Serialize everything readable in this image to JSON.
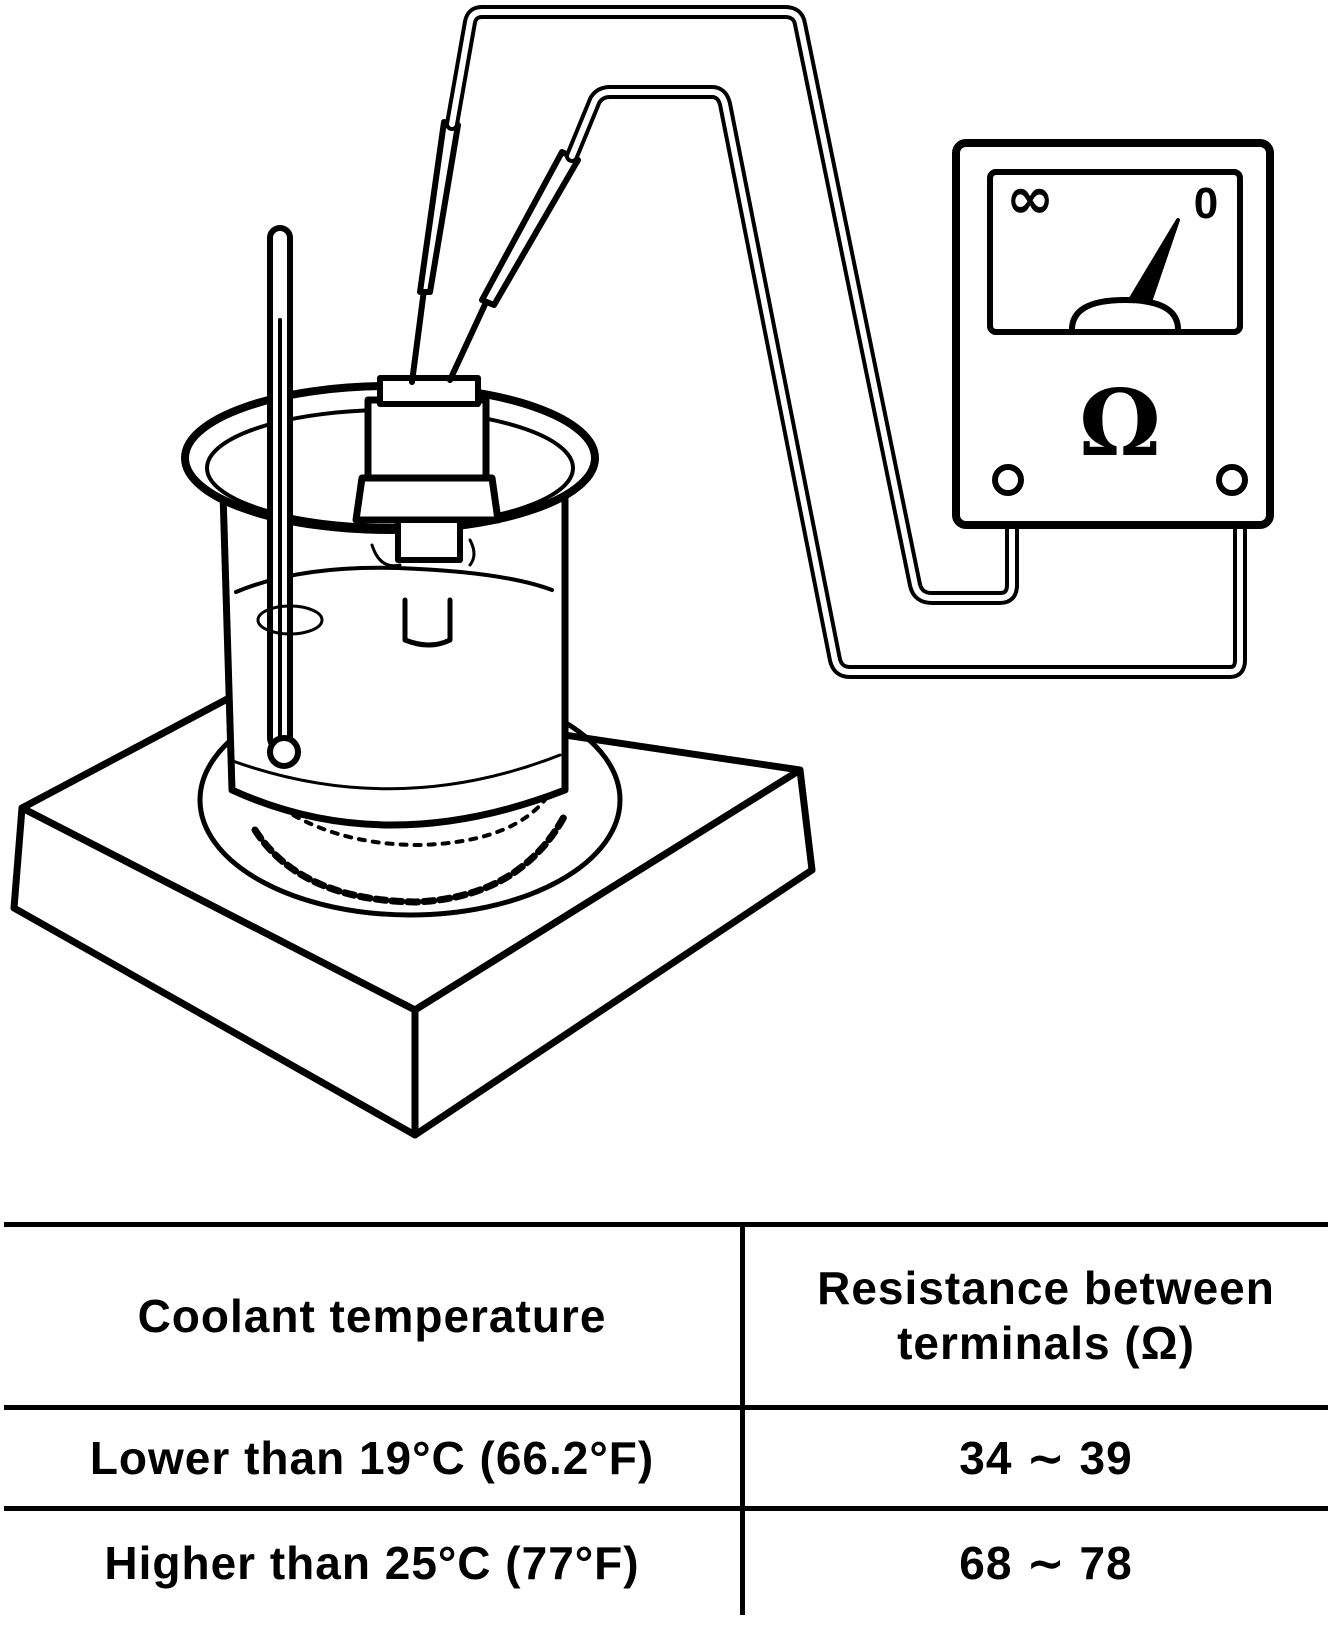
{
  "figure": {
    "meter": {
      "scale_left_glyph": "∞",
      "scale_right_label": "0",
      "unit_symbol": "Ω"
    }
  },
  "table": {
    "headers": {
      "temperature": "Coolant temperature",
      "resistance_line1": "Resistance between",
      "resistance_line2": "terminals (Ω)"
    },
    "rows": [
      {
        "temperature": "Lower than 19°C (66.2°F)",
        "resistance": "34 ∼ 39"
      },
      {
        "temperature": "Higher than 25°C (77°F)",
        "resistance": "68 ∼ 78"
      }
    ]
  }
}
